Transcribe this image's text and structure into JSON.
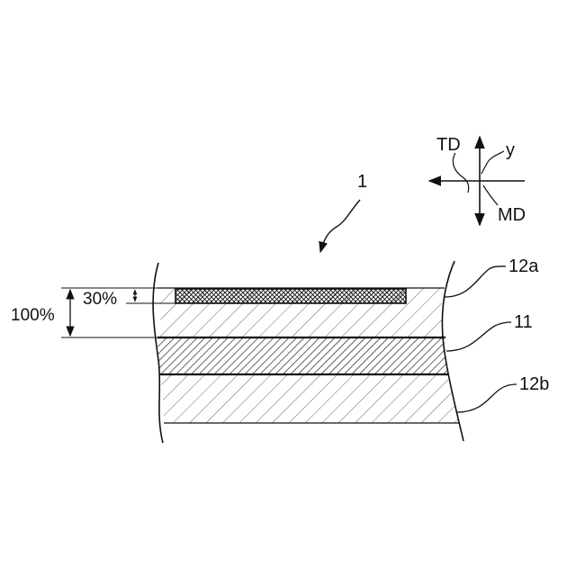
{
  "figure": {
    "ref_numeral": "1",
    "layers": {
      "top_label": "12a",
      "middle_label": "11",
      "bottom_label": "12b"
    },
    "dimensions": {
      "full_label": "100%",
      "partial_label": "30%"
    },
    "directions": {
      "td": "TD",
      "y": "y",
      "md": "MD"
    }
  }
}
